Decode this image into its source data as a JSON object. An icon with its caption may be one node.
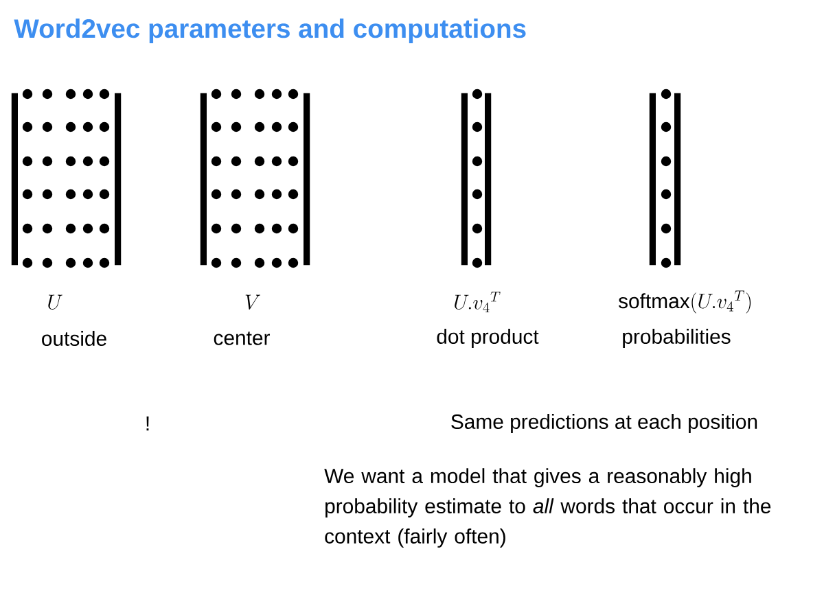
{
  "diagram": {
    "title": "Word2vec parameters and computations",
    "labels": [
      "U",
      "outside",
      "V",
      "center",
      "U.v_4{}^T",
      "dot product",
      "\\mathrm{softmax}(U.v_4{}^T)",
      "probabilities",
      "!",
      "Same predictions at each position",
      "We want a model that gives a reasonably high probability estimate to *all* words that occur in the context (fairly often)"
    ]
  }
}
